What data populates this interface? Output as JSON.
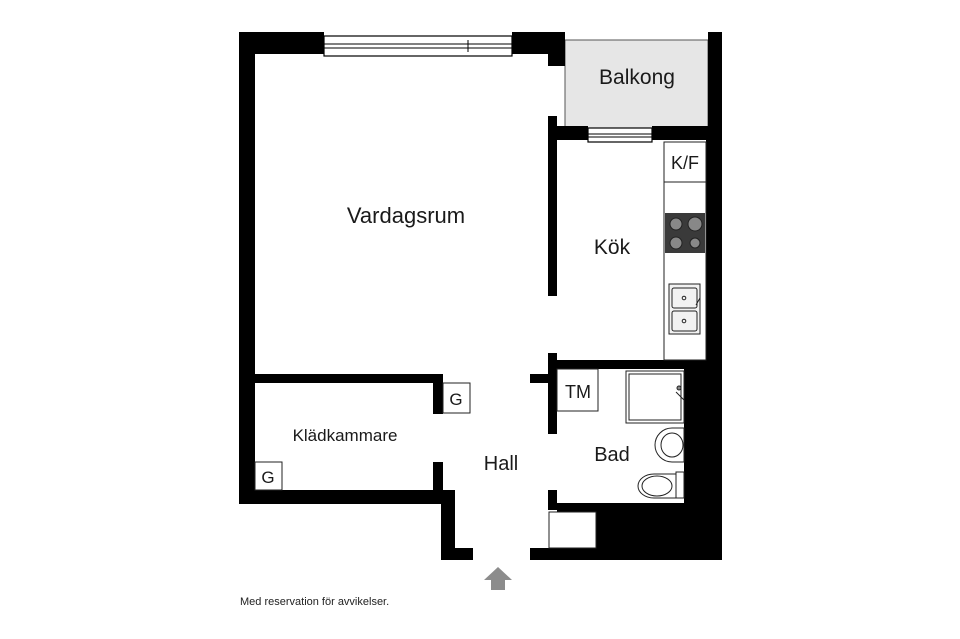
{
  "rooms": {
    "vardagsrum": "Vardagsrum",
    "balkong": "Balkong",
    "kok": "Kök",
    "kladkammare": "Klädkammare",
    "hall": "Hall",
    "bad": "Bad"
  },
  "fixtures": {
    "kf": "K/F",
    "tm": "TM",
    "g1": "G",
    "g2": "G"
  },
  "colors": {
    "wall": "#000000",
    "balcony_fill": "#e6e6e6",
    "entrance_arrow": "#8c8c8c"
  },
  "icons": {
    "entrance": "arrow-up-icon",
    "stove": "stove-icon",
    "sink": "kitchen-sink-icon",
    "shower": "shower-icon",
    "washbasin": "washbasin-icon",
    "toilet": "toilet-icon"
  },
  "disclaimer": "Med reservation för avvikelser."
}
